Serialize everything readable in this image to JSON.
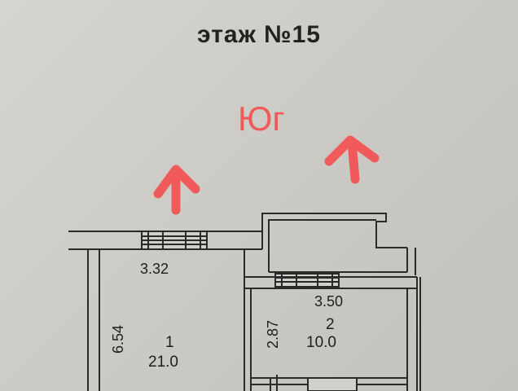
{
  "title": "этаж №15",
  "orientation_label": "Юг",
  "colors": {
    "background": "#cfcdc7",
    "walls": "#2a2a2a",
    "arrow": "#f05a5a"
  },
  "rooms": [
    {
      "number": "1",
      "area": "21.0",
      "width_dim": "3.32",
      "length_dim": "6.54"
    },
    {
      "number": "2",
      "area": "10.0",
      "width_dim": "3.50",
      "length_dim": "2.87"
    }
  ],
  "icons": [
    "arrow-up-icon",
    "arrow-up-icon"
  ]
}
